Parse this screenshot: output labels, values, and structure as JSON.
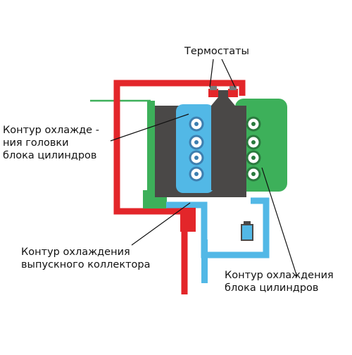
{
  "labels": {
    "thermostats": "Термостаты",
    "head_circuit": "Контур охлажде -\nния головки\nблока цилиндров",
    "exhaust_circuit": "Контур охлаждения\nвыпускного коллектора",
    "block_circuit": "Контур охлаждения\nблока цилиндров"
  },
  "colors": {
    "red_circuit": "#e3262a",
    "green_circuit": "#3db05a",
    "blue_circuit": "#52b8e6",
    "engine_block": "#4a4847",
    "cylinder_fill": "#ffffff"
  }
}
